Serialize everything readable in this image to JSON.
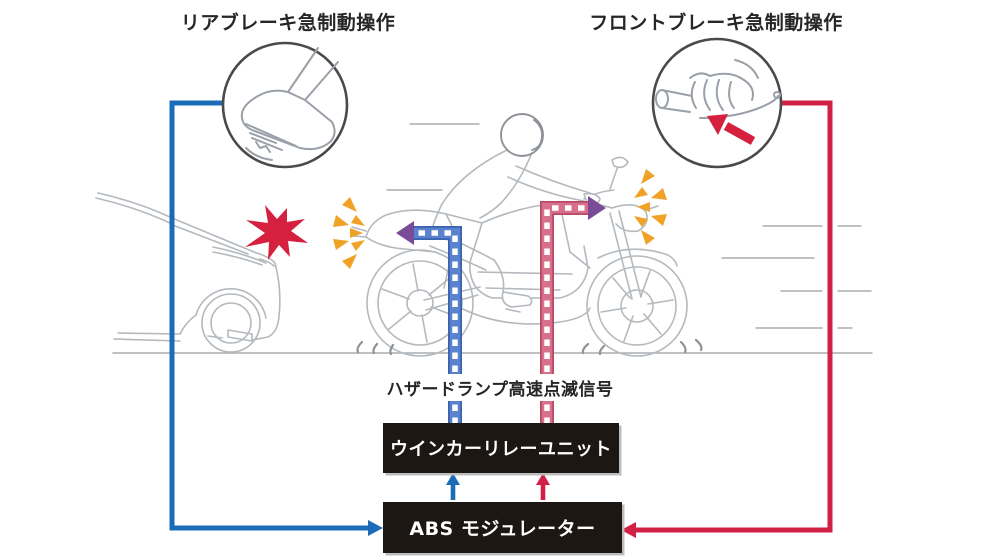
{
  "diagram": {
    "callouts": {
      "rear_brake_label": "リアブレーキ急制動操作",
      "front_brake_label": "フロントブレーキ急制動操作"
    },
    "signal_label": "ハザードランプ高速点滅信号",
    "boxes": {
      "relay_unit": "ウインカーリレーユニット",
      "abs_modulator": "ABS モジュレーター"
    },
    "icons": {
      "rear_brake_inset": "foot-pressing-brake-pedal",
      "front_brake_inset": "gloved-hand-squeezing-brake-lever",
      "crash_warning": "red-impact-burst",
      "rear_hazard_flash": "orange-flash-rays-left",
      "front_hazard_flash": "orange-flash-rays-right",
      "signal_arrows": "dashed-ladder-arrows-to-lamps"
    },
    "colors": {
      "circuit_blue": "#1a6cb8",
      "circuit_red": "#d21f45",
      "dash_blue": "#5b82cc",
      "dash_blue_edge": "#3a62ae",
      "dash_red": "#d8708b",
      "dash_red_edge": "#b84a66",
      "arrow_purple": "#7a4b97",
      "flash_orange": "#f0a226",
      "crash_red": "#d6203f",
      "box_bg": "#1d1714",
      "box_text": "#ffffff",
      "lineart_gray": "#b4b9be",
      "lineart_dark": "#8d9298",
      "inset_ring": "#4a4a4a",
      "inset_gray": "#9aa0a8",
      "speed_gray": "#a8adb2",
      "label_text": "#262626"
    }
  }
}
